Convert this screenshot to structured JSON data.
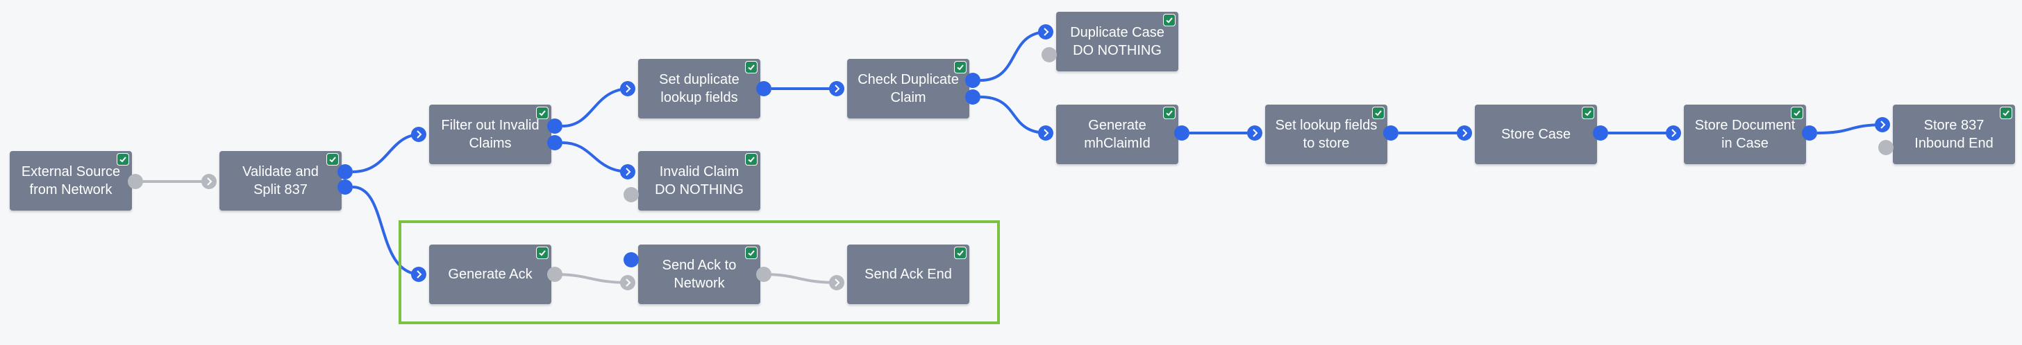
{
  "nodes": {
    "external_source": "External Source from Network",
    "validate_split": "Validate and Split 837",
    "filter_invalid": "Filter out Invalid Claims",
    "set_dup_lookup": "Set duplicate lookup fields",
    "check_duplicate": "Check Duplicate Claim",
    "duplicate_case": "Duplicate Case DO NOTHING",
    "invalid_claim": "Invalid Claim DO NOTHING",
    "generate_mhclaimid": "Generate mhClaimId",
    "set_lookup_store": "Set lookup fields to store",
    "store_case": "Store Case",
    "store_document": "Store Document in Case",
    "store_837_end": "Store 837 Inbound End",
    "generate_ack": "Generate Ack",
    "send_ack": "Send Ack to Network",
    "send_ack_end": "Send Ack End"
  },
  "icons": {
    "status": "check-icon",
    "input_port": "chevron-right-icon"
  },
  "colors": {
    "node": "#737d8f",
    "active_edge": "#2f66e8",
    "idle_edge": "#b5b9bf",
    "status_ok": "#1f8a57",
    "highlight": "#7cc242"
  }
}
